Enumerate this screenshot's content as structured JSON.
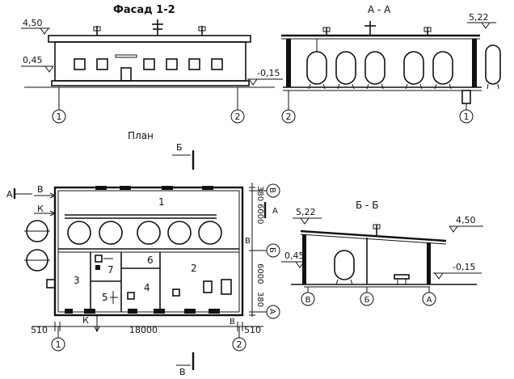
{
  "titles": {
    "facade": "Фасад  1-2",
    "section_aa": "А - А",
    "plan": "План",
    "section_bb": "Б - Б"
  },
  "facade": {
    "level_top": "4,50",
    "level_mid": "0,45",
    "level_ground": "-0,15",
    "axis_left": "1",
    "axis_right": "2"
  },
  "section_aa": {
    "level_tank": "5,22",
    "axis_left": "2",
    "axis_right": "1"
  },
  "plan": {
    "cut_b_top": "Б",
    "cut_a": "А",
    "cut_b_bottom": "В",
    "label_b_left": "В",
    "label_k_left": "К",
    "label_k_bottom": "К",
    "label_b_right": "В",
    "label_a_right": "А",
    "dim_380_top": "380",
    "dim_6000_top": "6000",
    "dim_6000_bottom": "6000",
    "dim_380_bottom": "380",
    "dim_510_left": "510",
    "dim_18000": "18000",
    "dim_510_right": "510",
    "axis_v": "В",
    "axis_b": "Б",
    "axis_a": "А",
    "axis_1": "1",
    "axis_2": "2",
    "room_1": "1",
    "room_2": "2",
    "room_3": "3",
    "room_4": "4",
    "room_5": "5",
    "room_6": "6",
    "room_7": "7"
  },
  "section_bb": {
    "level_522": "5,22",
    "level_450": "4,50",
    "level_045": "0,45",
    "level_015": "-0,15",
    "axis_v": "В",
    "axis_b": "Б",
    "axis_a": "А"
  }
}
